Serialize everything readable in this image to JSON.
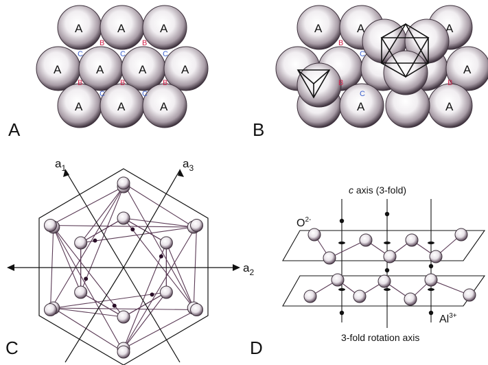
{
  "panels": {
    "A": {
      "label": "A",
      "sphere_label": "A",
      "site_b_label": "B",
      "site_c_label": "C"
    },
    "B": {
      "label": "B",
      "sphere_label": "A",
      "site_b_label": "B",
      "site_c_label": "C"
    },
    "C": {
      "label": "C",
      "axis_a1": "a",
      "axis_a1_sub": "1",
      "axis_a2": "a",
      "axis_a2_sub": "2",
      "axis_a3": "a",
      "axis_a3_sub": "3"
    },
    "D": {
      "label": "D",
      "c_axis_italic": "c",
      "c_axis_rest": " axis (3-fold)",
      "oxygen": "O",
      "oxygen_sup": "2-",
      "aluminum": "Al",
      "aluminum_sup": "3+",
      "rotation_axis": "3-fold rotation axis"
    }
  },
  "colors": {
    "sphere_light": "#ffffff",
    "sphere_dark": "#4a3f4a",
    "site_b": "#d0224a",
    "site_c": "#3a5fcc",
    "line": "#5a3a55"
  }
}
